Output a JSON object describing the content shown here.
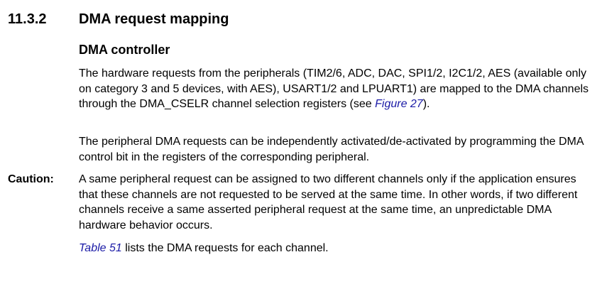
{
  "section": {
    "number": "11.3.2",
    "title": "DMA request mapping"
  },
  "subsection": {
    "title": "DMA controller"
  },
  "paragraphs": {
    "p1_before": "The hardware requests from the peripherals (TIM2/6, ADC, DAC, SPI1/2, I2C1/2, AES (available only on category 3 and 5 devices, with AES), USART1/2 and LPUART1) are mapped to the DMA channels through the DMA_CSELR channel selection registers (see ",
    "p1_link": "Figure 27",
    "p1_after": ").",
    "p2": "The peripheral DMA requests can be independently activated/de-activated by programming the DMA control bit in the registers of the corresponding peripheral."
  },
  "caution": {
    "label": "Caution:",
    "text": "A same peripheral request can be assigned to two different channels only if the application ensures that these channels are not requested to be served at the same time. In other words, if two different channels receive a same asserted peripheral request at the same time, an unpredictable DMA hardware behavior occurs."
  },
  "table_ref": {
    "link": "Table 51",
    "after": " lists the DMA requests for each channel."
  },
  "colors": {
    "link": "#1a1aa6",
    "text": "#000000"
  }
}
